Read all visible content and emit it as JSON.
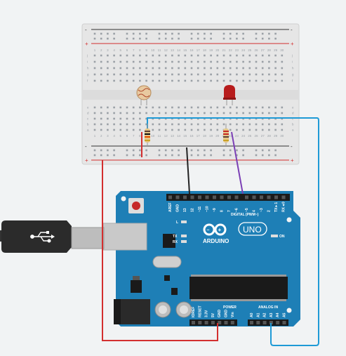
{
  "colors": {
    "background": "#f1f3f4",
    "breadboard": "#e6e6e6",
    "rail_red": "#d32f2f",
    "rail_black": "#333333",
    "arduino_blue": "#1e7fb6",
    "wire_red": "#d32f2f",
    "wire_black": "#222222",
    "wire_purple": "#7b3fb5",
    "wire_blue": "#1e9ad6"
  },
  "breadboard": {
    "column_numbers": [
      "1",
      "2",
      "3",
      "4",
      "5",
      "6",
      "7",
      "8",
      "9",
      "10",
      "11",
      "12",
      "13",
      "14",
      "15",
      "16",
      "17",
      "18",
      "19",
      "20",
      "21",
      "22",
      "23",
      "24",
      "25",
      "26",
      "27",
      "28",
      "29",
      "30"
    ],
    "row_letters_top": [
      "j",
      "i",
      "h",
      "g",
      "f"
    ],
    "row_letters_bottom": [
      "e",
      "d",
      "c",
      "b",
      "a"
    ],
    "rail_signs": {
      "plus": "+",
      "minus": "-"
    }
  },
  "components": {
    "photoresistor": "photoresistor-icon",
    "led": "red-led-icon",
    "resistor": "resistor-icon",
    "usb_cable": "usb-cable-icon"
  },
  "arduino": {
    "logo": "ARDUINO",
    "model": "UNO",
    "digital_label": "DIGITAL (PWM~)",
    "power_label": "POWER",
    "analog_label": "ANALOG IN",
    "on_label": "ON",
    "tx_label": "TX",
    "rx_label": "RX",
    "l_label": "L",
    "digital_pins": [
      "AREF",
      "GND",
      "13",
      "12",
      "~11",
      "~10",
      "~9",
      "8",
      "7",
      "~6",
      "~5",
      "4",
      "~3",
      "2",
      "TX►1",
      "RX◄0"
    ],
    "power_pins": [
      "IOREF",
      "RESET",
      "3.3V",
      "5V",
      "GND",
      "GND",
      "Vin"
    ],
    "analog_pins": [
      "A0",
      "A1",
      "A2",
      "A3",
      "A4",
      "A5"
    ]
  }
}
